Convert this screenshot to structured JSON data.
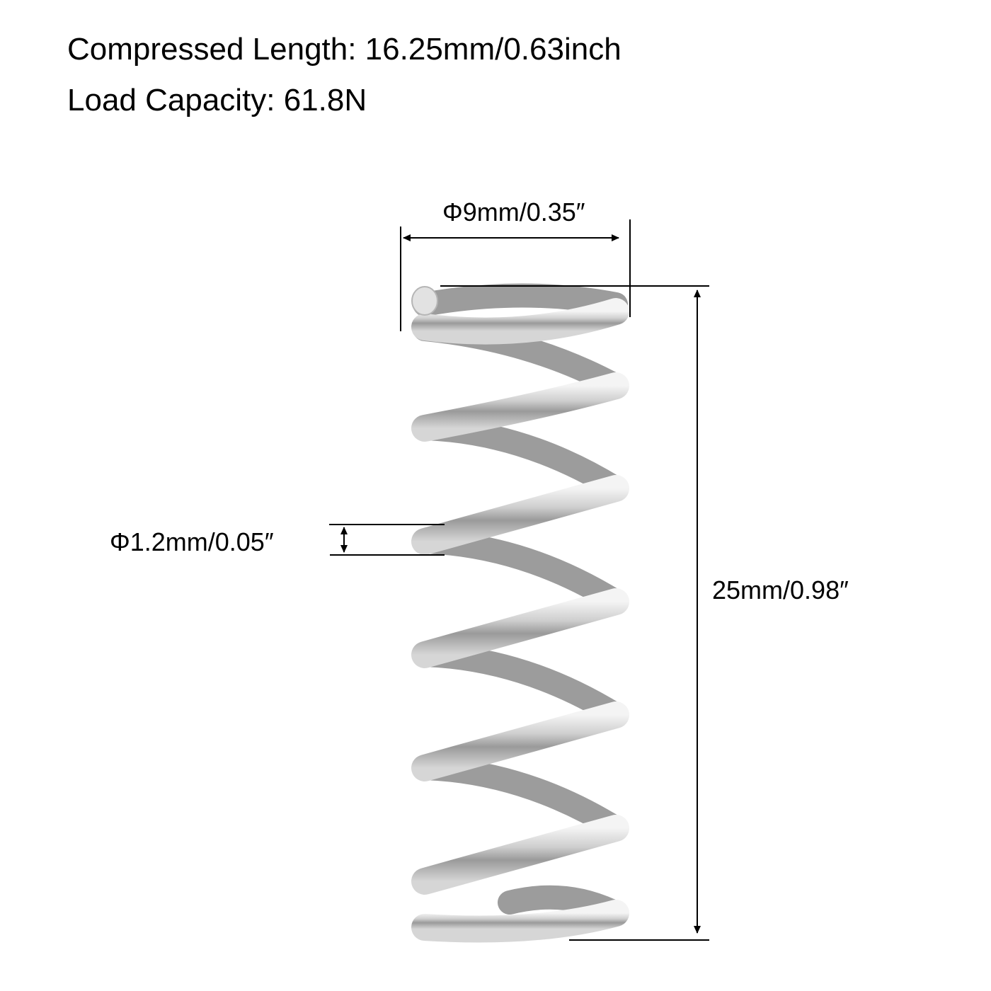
{
  "specs": {
    "compressed_length": "Compressed Length: 16.25mm/0.63inch",
    "load_capacity": "Load Capacity: 61.8N"
  },
  "dimensions": {
    "outer_diameter": "Φ9mm/0.35″",
    "wire_diameter": "Φ1.2mm/0.05″",
    "free_length": "25mm/0.98″"
  },
  "colors": {
    "background": "#ffffff",
    "line": "#000000",
    "steel_light": "#eeeeee",
    "steel_mid": "#bdbdbd",
    "steel_dark": "#8a8a8a"
  },
  "product": {
    "name": "compression-spring",
    "material_look": "stainless-steel"
  }
}
